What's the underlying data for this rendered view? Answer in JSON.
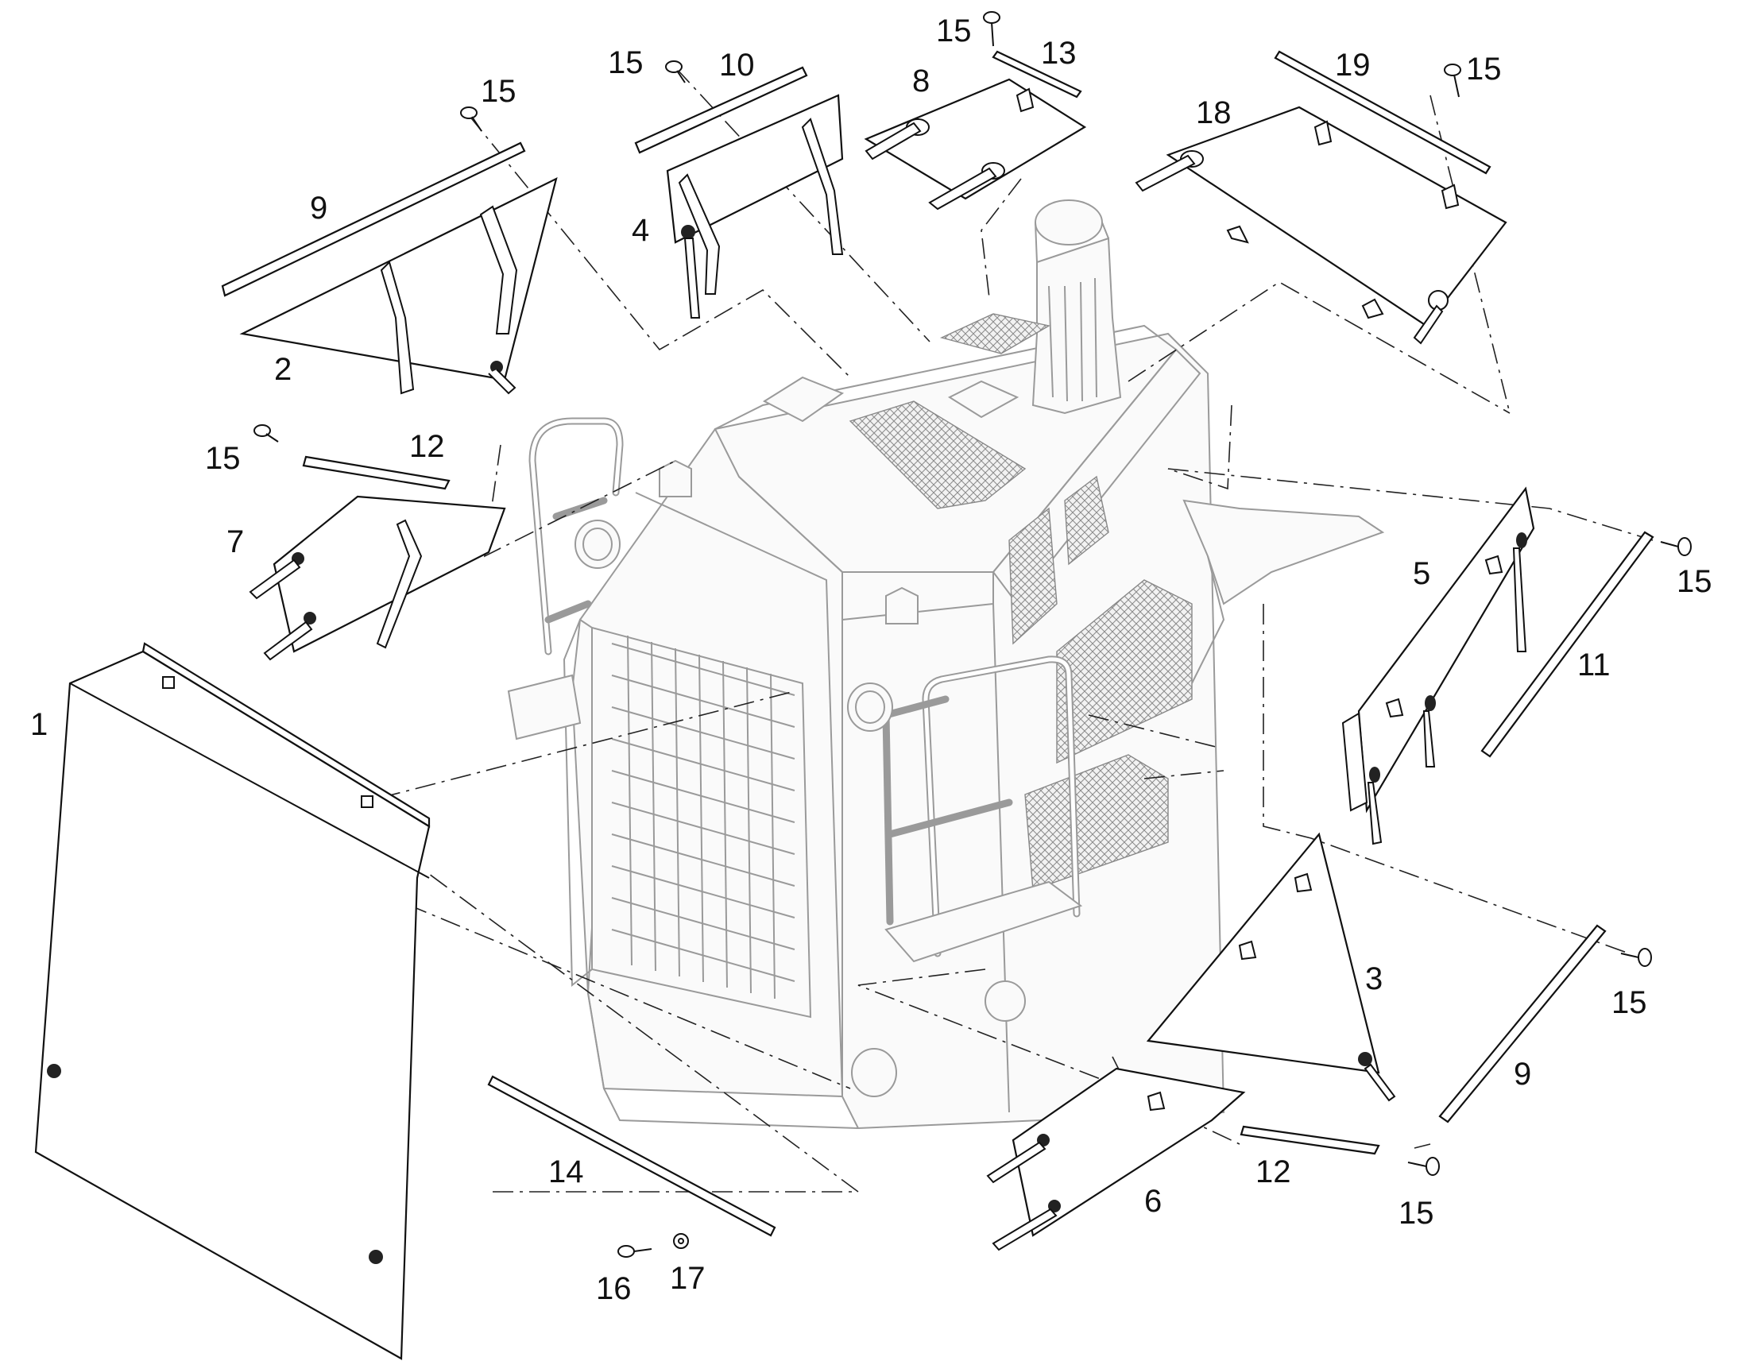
{
  "diagram": {
    "callouts": [
      {
        "id": "c15-a",
        "label": "15"
      },
      {
        "id": "c9-a",
        "label": "9"
      },
      {
        "id": "c2",
        "label": "2"
      },
      {
        "id": "c15-b",
        "label": "15"
      },
      {
        "id": "c10",
        "label": "10"
      },
      {
        "id": "c4",
        "label": "4"
      },
      {
        "id": "c15-c",
        "label": "15"
      },
      {
        "id": "c13",
        "label": "13"
      },
      {
        "id": "c8",
        "label": "8"
      },
      {
        "id": "c19",
        "label": "19"
      },
      {
        "id": "c15-d",
        "label": "15"
      },
      {
        "id": "c18",
        "label": "18"
      },
      {
        "id": "c15-e",
        "label": "15"
      },
      {
        "id": "c12-a",
        "label": "12"
      },
      {
        "id": "c7",
        "label": "7"
      },
      {
        "id": "c1",
        "label": "1"
      },
      {
        "id": "c5",
        "label": "5"
      },
      {
        "id": "c15-f",
        "label": "15"
      },
      {
        "id": "c11",
        "label": "11"
      },
      {
        "id": "c3",
        "label": "3"
      },
      {
        "id": "c15-g",
        "label": "15"
      },
      {
        "id": "c9-b",
        "label": "9"
      },
      {
        "id": "c14",
        "label": "14"
      },
      {
        "id": "c6",
        "label": "6"
      },
      {
        "id": "c12-b",
        "label": "12"
      },
      {
        "id": "c15-h",
        "label": "15"
      },
      {
        "id": "c16",
        "label": "16"
      },
      {
        "id": "c17",
        "label": "17"
      }
    ]
  }
}
